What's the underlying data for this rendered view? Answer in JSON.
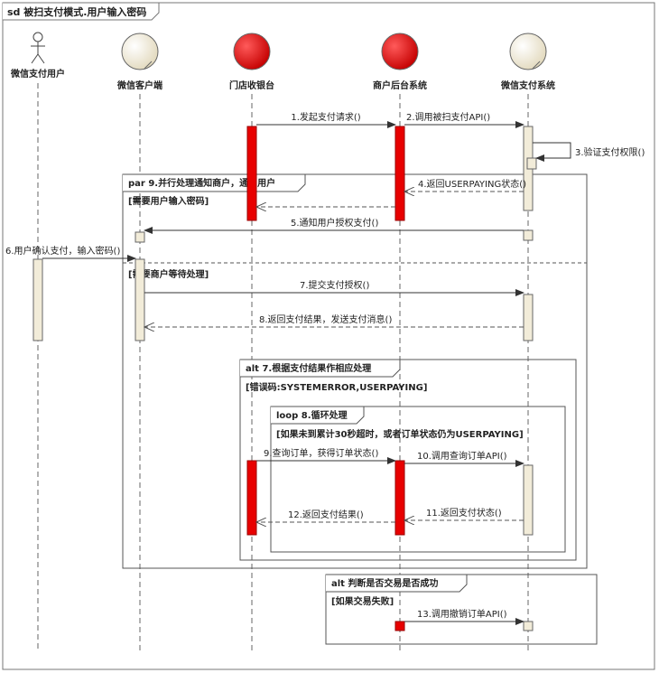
{
  "diagram": {
    "title": "sd 被扫支付模式.用户输入密码",
    "participants": [
      {
        "id": "user",
        "label": "微信支付用户",
        "kind": "actor",
        "color": "#ffffff"
      },
      {
        "id": "client",
        "label": "微信客户端",
        "kind": "entity",
        "color": "#f2ecd9"
      },
      {
        "id": "pos",
        "label": "门店收银台",
        "kind": "entity",
        "color": "#e80000"
      },
      {
        "id": "backend",
        "label": "商户后台系统",
        "kind": "entity",
        "color": "#e80000"
      },
      {
        "id": "wxpay",
        "label": "微信支付系统",
        "kind": "entity",
        "color": "#f2ecd9"
      }
    ],
    "messages": [
      {
        "id": "m1",
        "label": "1.发起支付请求()"
      },
      {
        "id": "m2",
        "label": "2.调用被扫支付API()"
      },
      {
        "id": "m3",
        "label": "3.验证支付权限()"
      },
      {
        "id": "m4",
        "label": "4.返回USERPAYING状态()"
      },
      {
        "id": "m4b",
        "label": ""
      },
      {
        "id": "m5",
        "label": "5.通知用户授权支付()"
      },
      {
        "id": "m6",
        "label": "6.用户确认支付，输入密码()"
      },
      {
        "id": "m7",
        "label": "7.提交支付授权()"
      },
      {
        "id": "m8",
        "label": "8.返回支付结果，发送支付消息()"
      },
      {
        "id": "m9",
        "label": "9.查询订单，获得订单状态()"
      },
      {
        "id": "m10",
        "label": "10.调用查询订单API()"
      },
      {
        "id": "m11",
        "label": "11.返回支付状态()"
      },
      {
        "id": "m12",
        "label": "12.返回支付结果()"
      },
      {
        "id": "m13",
        "label": "13.调用撤销订单API()"
      }
    ],
    "fragments": [
      {
        "id": "par",
        "label": "par 9.并行处理通知商户，通知用户",
        "guards": [
          "[需要用户输入密码]",
          "[需要商户等待处理]"
        ]
      },
      {
        "id": "alt1",
        "label": "alt 7.根据支付结果作相应处理",
        "guards": [
          "[错误码:SYSTEMERROR,USERPAYING]"
        ]
      },
      {
        "id": "loop",
        "label": "loop 8.循环处理",
        "guards": [
          "[如果未到累计30秒超时，或者订单状态仍为USERPAYING]"
        ]
      },
      {
        "id": "alt2",
        "label": "alt 判断是否交易是否成功",
        "guards": [
          "[如果交易失败]"
        ]
      }
    ]
  }
}
